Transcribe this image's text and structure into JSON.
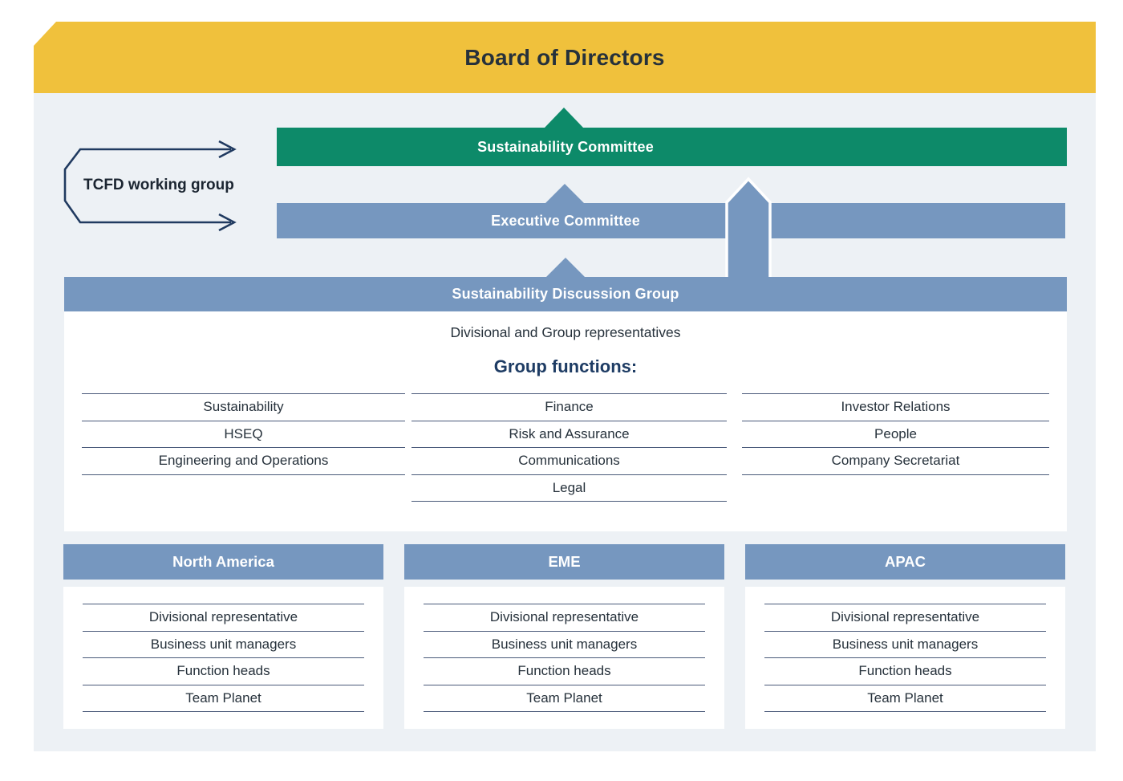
{
  "colors": {
    "banner_yellow": "#F0C13C",
    "committee_green": "#0D8A69",
    "committee_blue": "#7697BF",
    "panel_gray": "#EDF1F5",
    "heading_navy": "#1E3C64",
    "dark_text": "#26313B",
    "rule_line": "#4A5A7A",
    "bracket_navy": "#203A60"
  },
  "board": {
    "title": "Board of Directors"
  },
  "tcfd": {
    "label": "TCFD working group"
  },
  "committees": {
    "sustainability": {
      "label": "Sustainability Committee"
    },
    "executive": {
      "label": "Executive Committee"
    },
    "discussion": {
      "label": "Sustainability Discussion Group"
    }
  },
  "discussion_panel": {
    "subtitle": "Divisional and Group representatives",
    "heading": "Group functions:",
    "columns": [
      {
        "items": [
          "Sustainability",
          "HSEQ",
          "Engineering and Operations"
        ]
      },
      {
        "items": [
          "Finance",
          "Risk and Assurance",
          "Communications",
          "Legal"
        ]
      },
      {
        "items": [
          "Investor Relations",
          "People",
          "Company Secretariat"
        ]
      }
    ]
  },
  "regions": [
    {
      "label": "North America",
      "items": [
        "Divisional representative",
        "Business unit managers",
        "Function heads",
        "Team Planet"
      ]
    },
    {
      "label": "EME",
      "items": [
        "Divisional representative",
        "Business unit managers",
        "Function heads",
        "Team Planet"
      ]
    },
    {
      "label": "APAC",
      "items": [
        "Divisional representative",
        "Business unit managers",
        "Function heads",
        "Team Planet"
      ]
    }
  ]
}
